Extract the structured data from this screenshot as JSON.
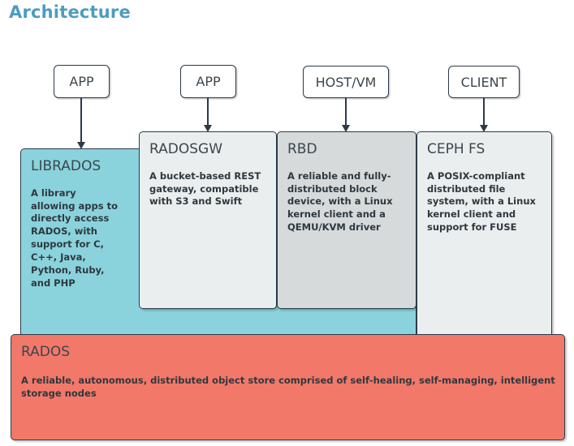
{
  "page": {
    "title": "Architecture",
    "title_color": "#4d9cc2",
    "background": "#ffffff"
  },
  "clients": [
    {
      "name": "app-left",
      "label": "APP"
    },
    {
      "name": "app-right",
      "label": "APP"
    },
    {
      "name": "host-vm",
      "label": "HOST/VM"
    },
    {
      "name": "client",
      "label": "CLIENT"
    }
  ],
  "layers": [
    {
      "id": "librados",
      "title": "LIBRADOS",
      "description": "A library allowing apps to directly access RADOS, with support for C, C++, Java, Python, Ruby, and PHP",
      "color": "#8ad3dd"
    },
    {
      "id": "radosgw",
      "title": "RADOSGW",
      "description": "A bucket-based REST gateway, compatible with S3 and Swift",
      "color": "#ebeeee"
    },
    {
      "id": "rbd",
      "title": "RBD",
      "description": "A reliable and fully-distributed block device, with a Linux kernel client and a QEMU/KVM driver",
      "color": "#d6dadb"
    },
    {
      "id": "cephfs",
      "title": "CEPH FS",
      "description": "A POSIX-compliant distributed file system, with a Linux kernel client and support for FUSE",
      "color": "#ebeeee"
    },
    {
      "id": "rados",
      "title": "RADOS",
      "description": "A reliable, autonomous, distributed object store comprised of self-healing, self-managing, intelligent storage nodes",
      "color": "#f2786a"
    }
  ]
}
